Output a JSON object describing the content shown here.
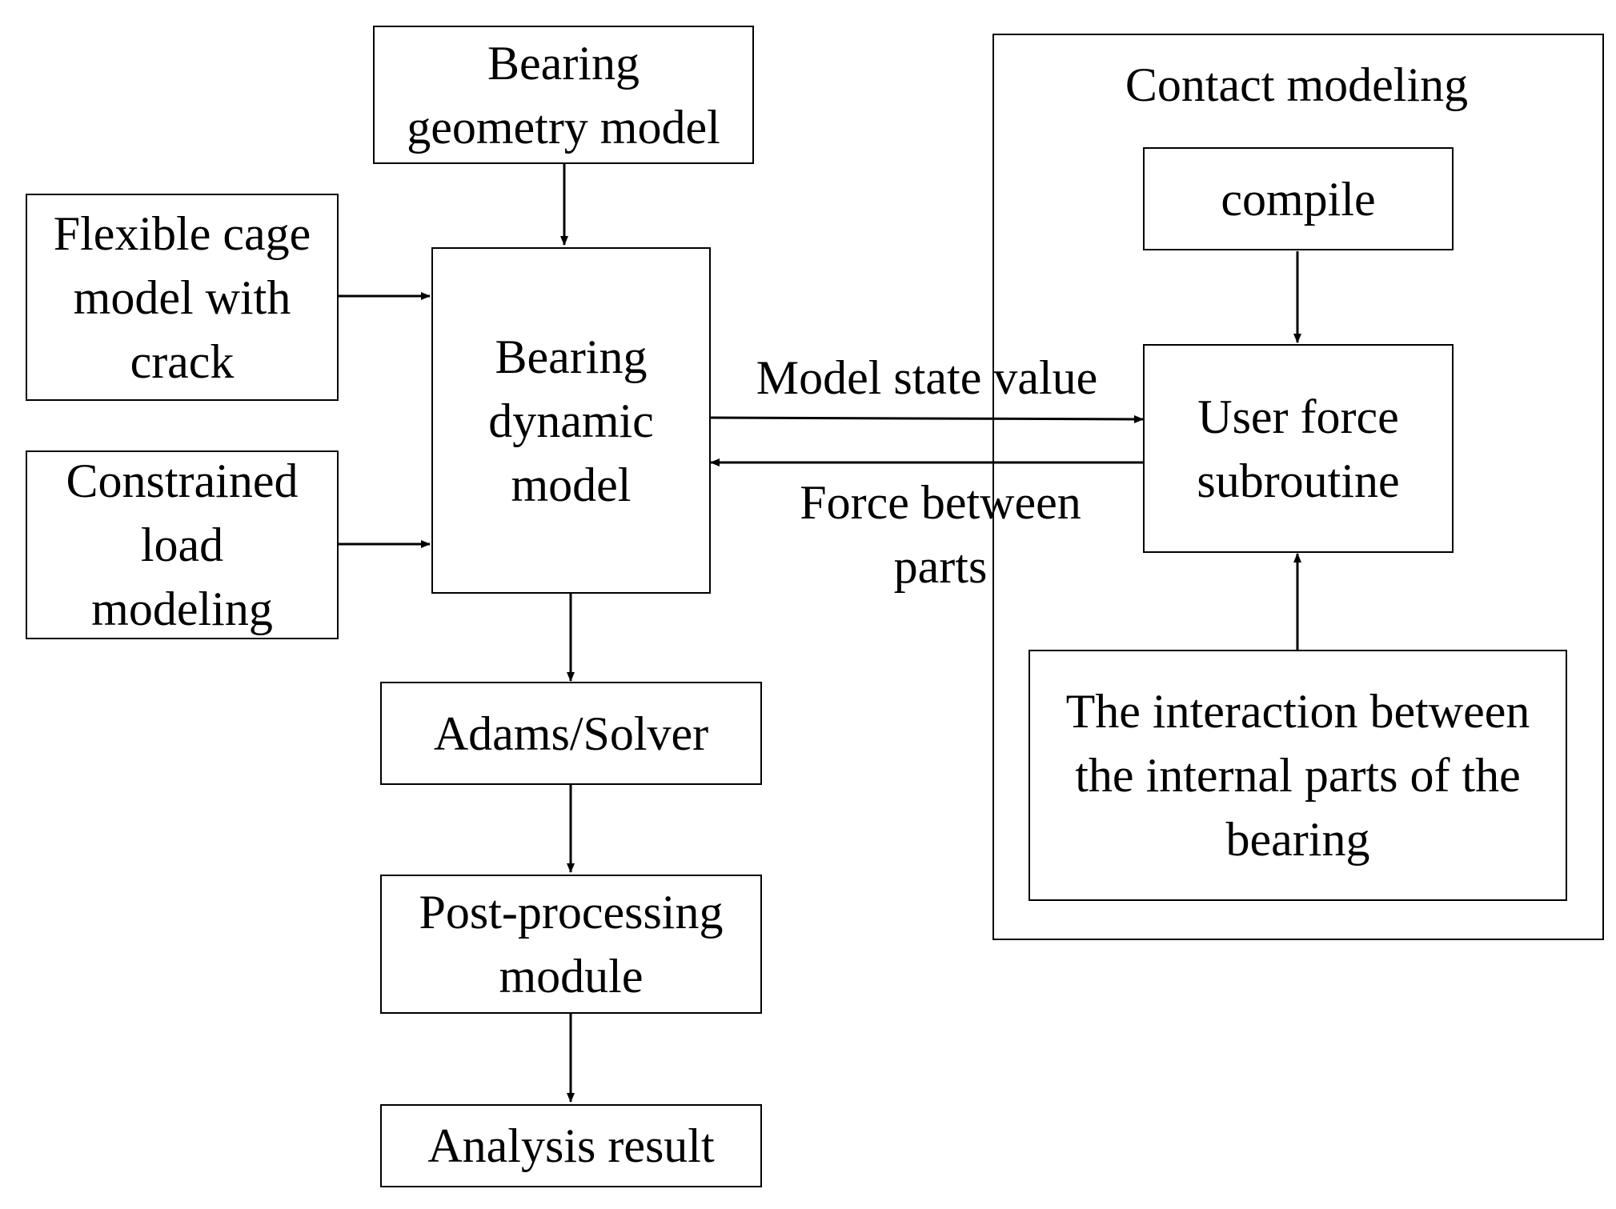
{
  "blocks": {
    "geometry": [
      "Bearing",
      "geometry model"
    ],
    "cage": [
      "Flexible cage",
      "model with",
      "crack"
    ],
    "load": [
      "Constrained",
      "load",
      "modeling"
    ],
    "dynamic": [
      "Bearing",
      "dynamic",
      "model"
    ],
    "solver": [
      "Adams/Solver"
    ],
    "post": [
      "Post-processing",
      "module"
    ],
    "result": [
      "Analysis result"
    ],
    "compile": [
      "compile"
    ],
    "user_force": [
      "User force",
      "subroutine"
    ],
    "interaction": [
      "The interaction between",
      "the internal parts of the",
      "bearing"
    ]
  },
  "group_title": "Contact modeling",
  "edge_labels": {
    "state": "Model state value",
    "force": [
      "Force between",
      "parts"
    ]
  }
}
